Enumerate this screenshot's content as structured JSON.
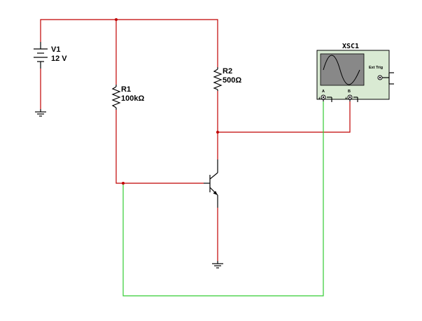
{
  "colors": {
    "supply_wire": "#c00000",
    "probe_wire": "#33cc33",
    "component": "#000000",
    "scope_body": "#d9ead3",
    "scope_screen": "#888888",
    "junction": "#c00000"
  },
  "components": {
    "v1": {
      "name": "V1",
      "value": "12 V",
      "icon": "battery-icon"
    },
    "r1": {
      "name": "R1",
      "value": "100kΩ",
      "icon": "resistor-icon"
    },
    "r2": {
      "name": "R2",
      "value": "500Ω",
      "icon": "resistor-icon"
    },
    "q1": {
      "icon": "npn-transistor-icon"
    },
    "xsc1": {
      "name": "XSC1",
      "ext_trig_label": "Ext Trig",
      "channel_a_label": "A",
      "channel_b_label": "B",
      "screen_icon": "sine-wave-icon"
    }
  }
}
